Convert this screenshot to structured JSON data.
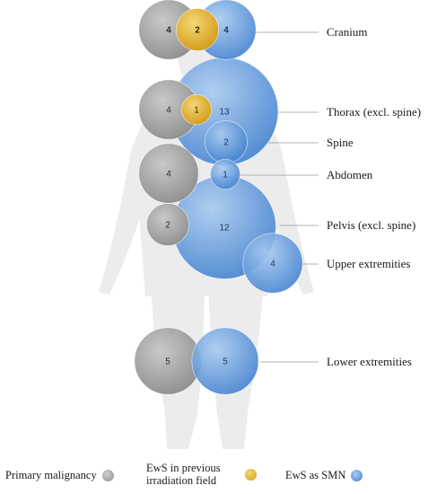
{
  "chart_data": {
    "type": "bubble",
    "categories": [
      "Cranium",
      "Thorax (excl. spine)",
      "Spine",
      "Abdomen",
      "Pelvis (excl. spine)",
      "Upper extremities",
      "Lower extremities"
    ],
    "series": [
      {
        "name": "Primary malignancy",
        "color": "#9e9e9e",
        "values": [
          4,
          4,
          null,
          4,
          2,
          null,
          5
        ]
      },
      {
        "name": "EwS in previous irradiation field",
        "color": "#e6b42a",
        "values": [
          2,
          1,
          null,
          null,
          null,
          null,
          null
        ]
      },
      {
        "name": "EwS as SMN",
        "color": "#4f8fd6",
        "values": [
          4,
          13,
          2,
          1,
          12,
          4,
          5
        ]
      }
    ]
  },
  "legend": {
    "primary": "Primary malignancy",
    "previous": "EwS in previous irradiation field",
    "smn": "EwS as SMN"
  },
  "colors": {
    "primary": "#9e9e9e",
    "previous": "#e6b42a",
    "smn": "#4f8fd6",
    "silhouette": "#ececec"
  }
}
